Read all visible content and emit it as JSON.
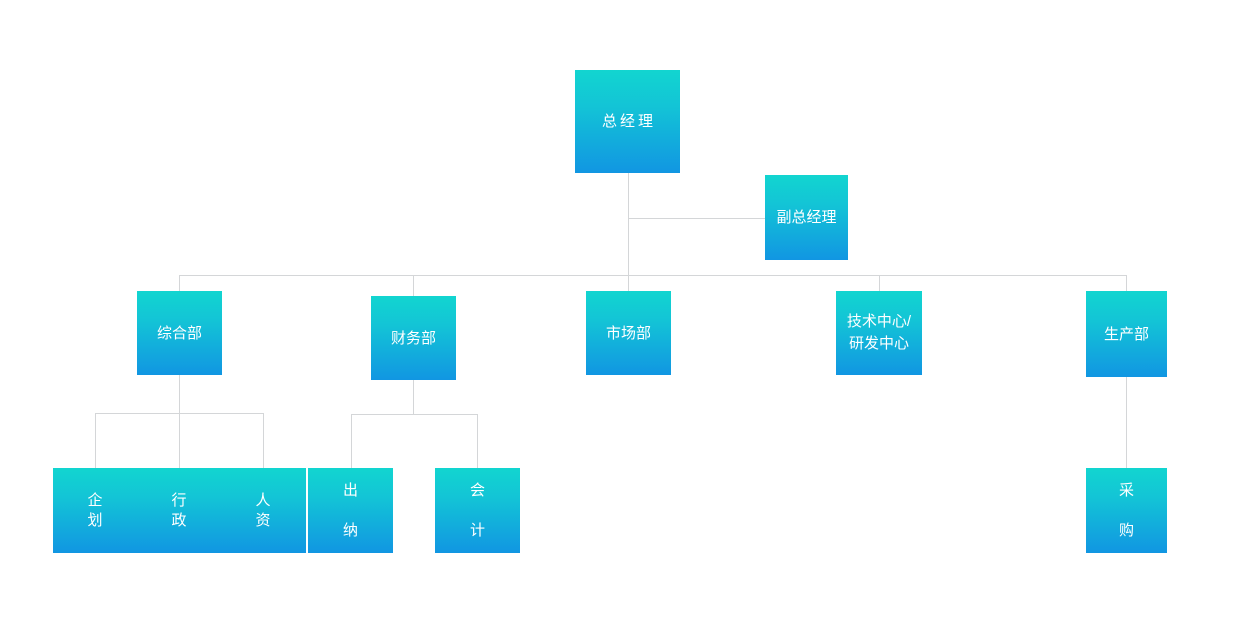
{
  "chart": {
    "type": "org-chart",
    "title": "",
    "background_color": "#ffffff",
    "node_gradient": {
      "from": "#12d5d0",
      "to": "#1196e2"
    },
    "connector_color": "#d4d6d8",
    "label_color": "#ffffff"
  },
  "nodes": {
    "general_manager": "总经理",
    "deputy_general_manager": "副总经理",
    "general_affairs": "综合部",
    "finance": "财务部",
    "marketing": "市场部",
    "tech_center": "技术中心/\n研发中心",
    "production": "生产部",
    "planning": "企划",
    "administration": "行政",
    "human_resources": "人资",
    "cashier": "出纳",
    "accounting": "会计",
    "procurement": "采购"
  },
  "vertical_labels": {
    "planning": [
      "企",
      "划"
    ],
    "administration": [
      "行",
      "政"
    ],
    "human_resources": [
      "人",
      "资"
    ],
    "cashier": [
      "出",
      "纳"
    ],
    "accounting": [
      "会",
      "计"
    ],
    "procurement": [
      "采",
      "购"
    ]
  },
  "hierarchy": {
    "root": "总经理",
    "assistant": "副总经理",
    "divisions": [
      "综合部",
      "财务部",
      "市场部",
      "技术中心/研发中心",
      "生产部"
    ],
    "sub_units": {
      "综合部": [
        "企划",
        "行政",
        "人资"
      ],
      "财务部": [
        "出纳",
        "会计"
      ],
      "市场部": [],
      "技术中心/研发中心": [],
      "生产部": [
        "采购"
      ]
    }
  }
}
